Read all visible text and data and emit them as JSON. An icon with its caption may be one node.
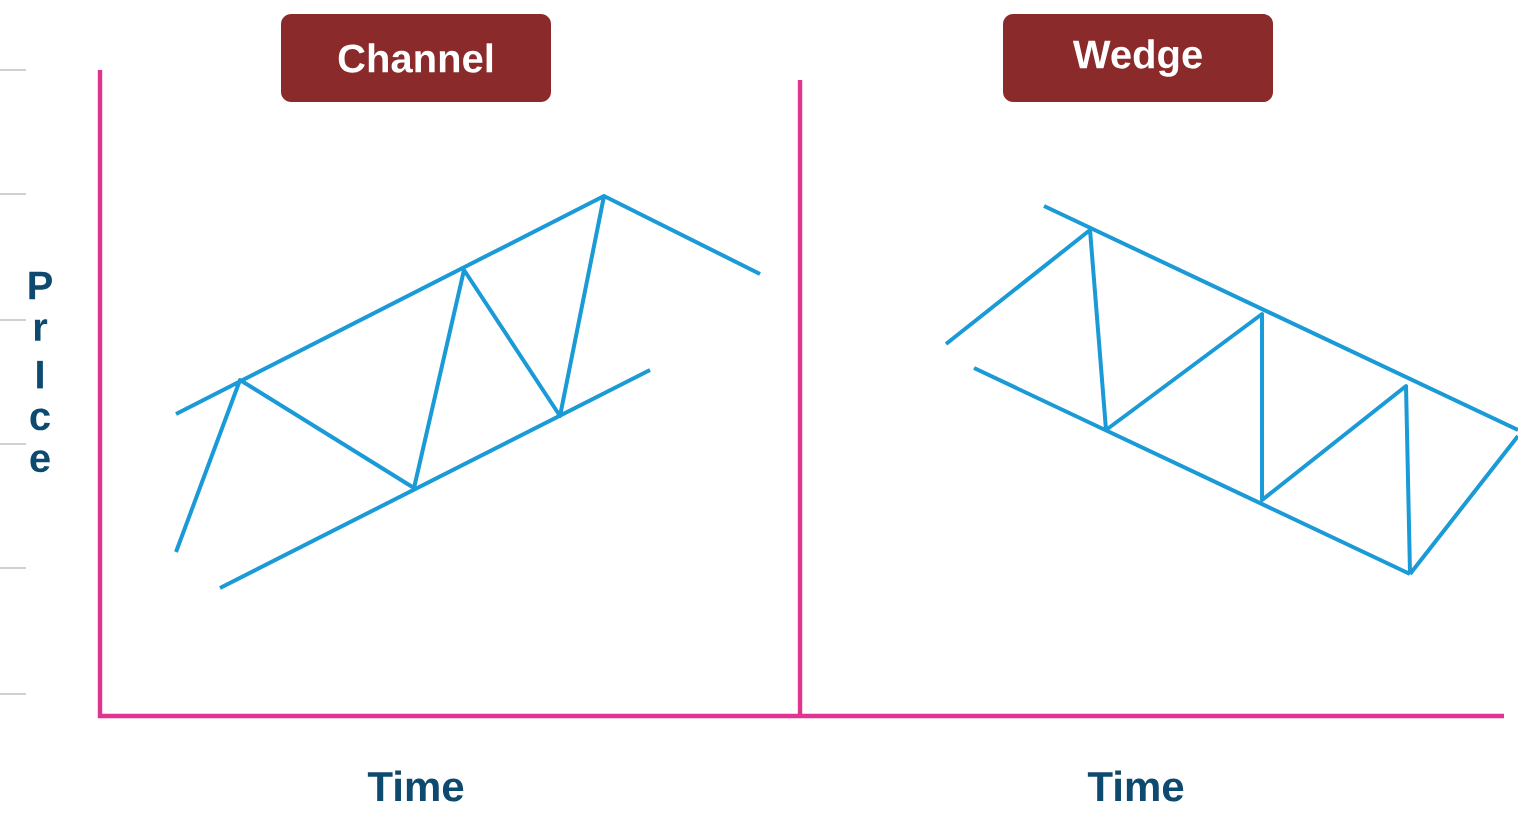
{
  "diagram": {
    "nodes": [
      {
        "text": [
          "Channel"
        ]
      },
      {
        "text": [
          "Wedge"
        ]
      }
    ],
    "edges": [],
    "labels": [
      "PrIce",
      "Time",
      "Time"
    ]
  }
}
